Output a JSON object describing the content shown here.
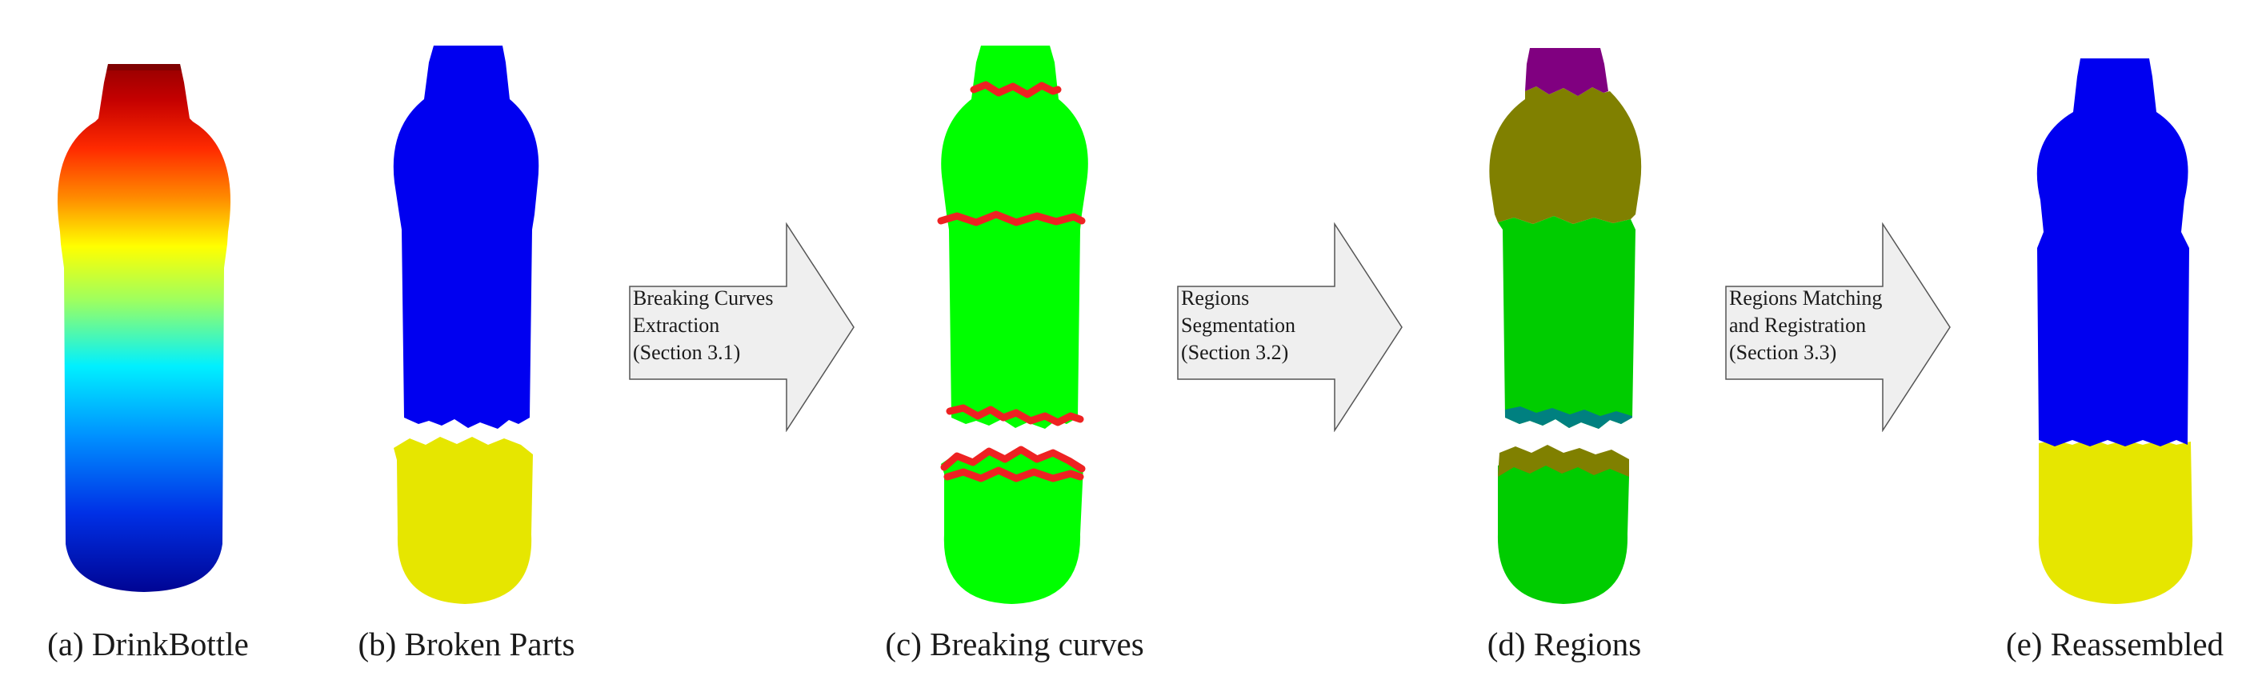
{
  "captions": {
    "a": "(a) DrinkBottle",
    "b": "(b) Broken Parts",
    "c": "(c) Breaking curves",
    "d": "(d) Regions",
    "e": "(e) Reassembled"
  },
  "arrows": [
    {
      "lines": [
        "Breaking Curves",
        "Extraction",
        "(Section 3.1)"
      ]
    },
    {
      "lines": [
        "Regions",
        "Segmentation",
        "(Section 3.2)"
      ]
    },
    {
      "lines": [
        "Regions Matching",
        "and Registration",
        "(Section 3.3)"
      ]
    }
  ],
  "colors": {
    "blue": "#0000f0",
    "yellow": "#e6e600",
    "green": "#00ff00",
    "curve_red": "#ee2222",
    "cap_purple": "#800080",
    "olive": "#808000",
    "dark_green": "#00cc00",
    "teal": "#008080",
    "arrow_fill": "#efefef",
    "arrow_stroke": "#555555"
  }
}
